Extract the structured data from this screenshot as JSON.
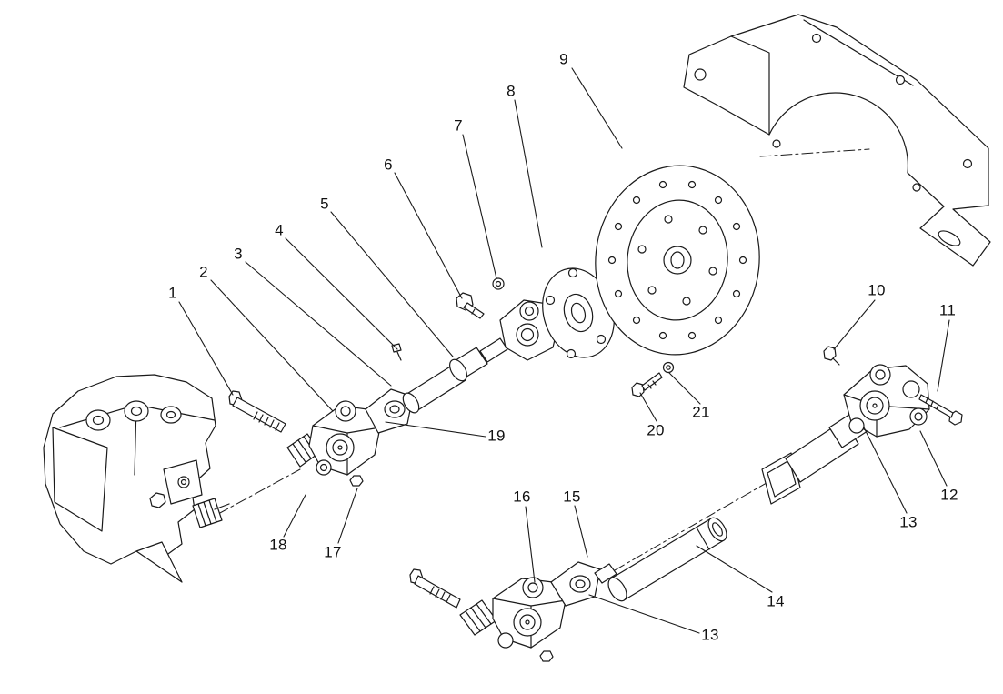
{
  "diagram": {
    "background_color": "#ffffff",
    "line_color": "#1a1a1a",
    "callouts": {
      "n1": "1",
      "n2": "2",
      "n3": "3",
      "n4": "4",
      "n5": "5",
      "n6": "6",
      "n7": "7",
      "n8": "8",
      "n9": "9",
      "n10": "10",
      "n11": "11",
      "n12": "12",
      "n13": "13",
      "n13b": "13",
      "n14": "14",
      "n15": "15",
      "n16": "16",
      "n17": "17",
      "n18": "18",
      "n19": "19",
      "n20": "20",
      "n21": "21"
    }
  }
}
